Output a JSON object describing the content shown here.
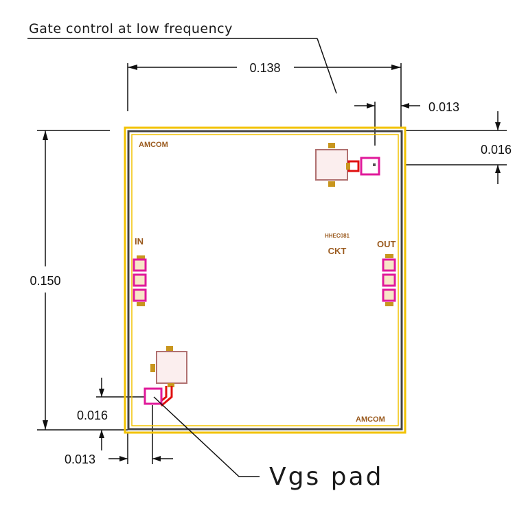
{
  "annotations": {
    "top_note": "Gate control at low frequency",
    "bottom_note": "Vgs pad"
  },
  "dimensions": {
    "width": "0.138",
    "height": "0.150",
    "top_right_offset": "0.013",
    "top_right_vertical": "0.016",
    "bottom_left_vertical": "0.016",
    "bottom_left_offset": "0.013"
  },
  "chip": {
    "logo_top": "AMCOM",
    "logo_bottom": "AMCOM",
    "port_in": "IN",
    "port_out": "OUT",
    "circuit_line1": "HHEC081",
    "circuit_line2": "CKT"
  },
  "colors": {
    "outline_yellow": "#f2c200",
    "outline_dark": "#444444",
    "pad_magenta": "#e0199a",
    "pad_gold": "#c8961e",
    "cap_outline": "#b07070",
    "cap_fill": "#fbeeee",
    "label_brown": "#9a5a1e",
    "red": "#e01010"
  }
}
